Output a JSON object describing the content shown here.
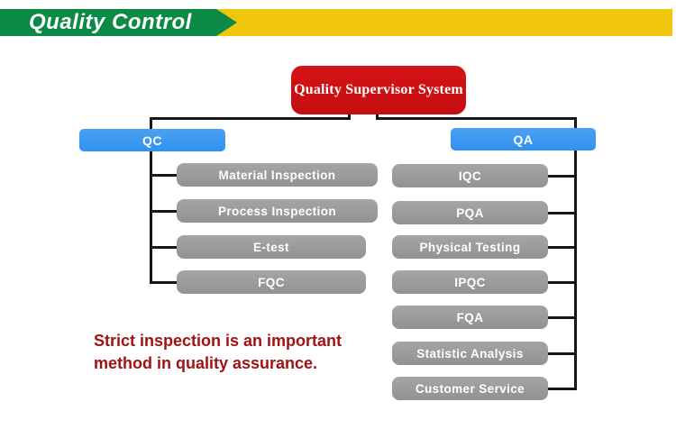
{
  "banner": {
    "title": "Quality Control",
    "green_color": "#0a8a46",
    "yellow_color": "#f0c60c"
  },
  "chart_root": {
    "label": "Quality Supervisor System",
    "color": "#ce1013"
  },
  "branches": {
    "qc": {
      "label": "QC",
      "color": "#3b99f0",
      "children": [
        "Material Inspection",
        "Process Inspection",
        "E-test",
        "FQC"
      ]
    },
    "qa": {
      "label": "QA",
      "color": "#3b99f0",
      "children": [
        "IQC",
        "PQA",
        "Physical Testing",
        "IPQC",
        "FQA",
        "Statistic Analysis",
        "Customer Service"
      ]
    }
  },
  "child_node_color": "#9b9b9b",
  "connector_color": "#161616",
  "caption": {
    "line1": "Strict inspection is an important",
    "line2": "method in quality assurance.",
    "color": "#a11212"
  }
}
